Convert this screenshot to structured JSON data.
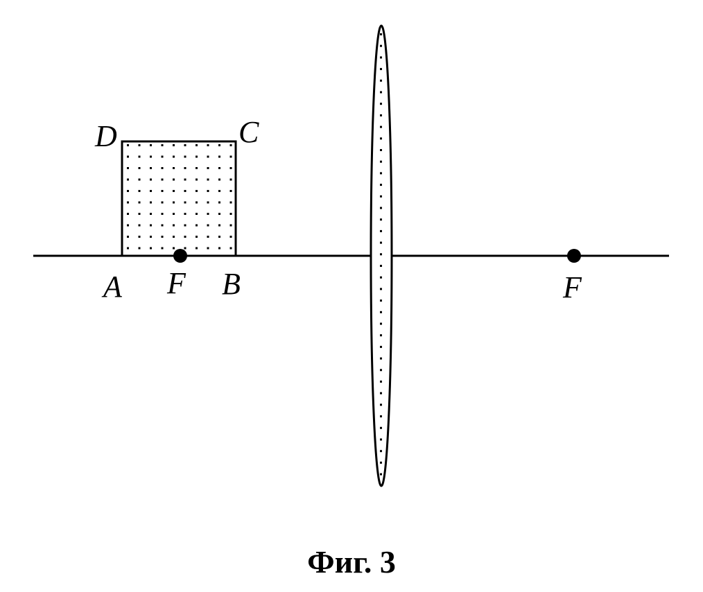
{
  "labels": {
    "A": "A",
    "B": "B",
    "C": "C",
    "D": "D",
    "focus_left": "F",
    "focus_right": "F"
  },
  "caption": "Фиг. 3",
  "colors": {
    "ink": "#000000",
    "background": "#ffffff"
  }
}
